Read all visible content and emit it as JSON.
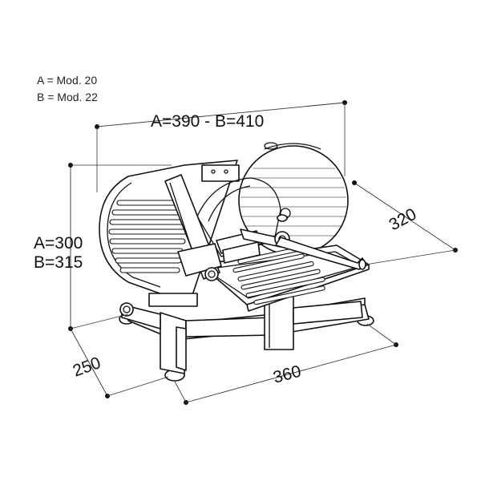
{
  "legend": {
    "line_a": "A = Mod. 20",
    "line_b": "B = Mod. 22"
  },
  "dimensions": {
    "width_label": "A=390 - B=410",
    "height_label_a": "A=300",
    "height_label_b": "B=315",
    "depth_label": "320",
    "base_depth_label": "250",
    "base_width_label": "360"
  },
  "colors": {
    "line": "#111111",
    "background": "#ffffff"
  }
}
